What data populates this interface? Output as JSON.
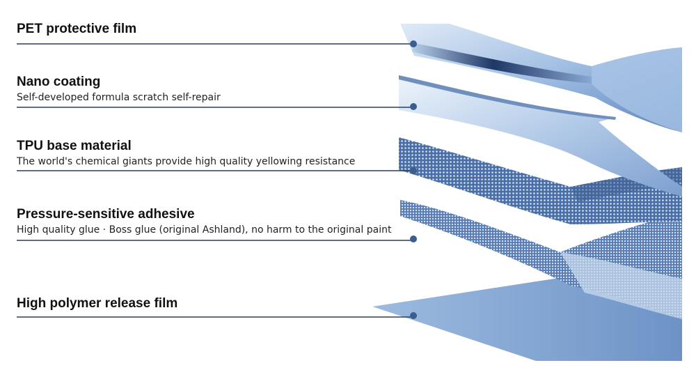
{
  "layers": [
    {
      "title": "PET protective film",
      "desc": ""
    },
    {
      "title": "Nano coating",
      "desc": "Self-developed formula scratch self-repair"
    },
    {
      "title": "TPU base material",
      "desc": "The world's chemical giants provide high quality yellowing resistance"
    },
    {
      "title": "Pressure-sensitive adhesive",
      "desc": "High quality glue · Boss glue (original Ashland), no harm to the original paint"
    },
    {
      "title": "High polymer release film",
      "desc": ""
    }
  ],
  "colors": {
    "line": "#2b3f5c",
    "dot": "#3a5f8f",
    "film_light": "#c9dbef",
    "film_mid": "#8fb0d8",
    "film_dark": "#2e4f86",
    "release_film": "#7fa3d1"
  }
}
